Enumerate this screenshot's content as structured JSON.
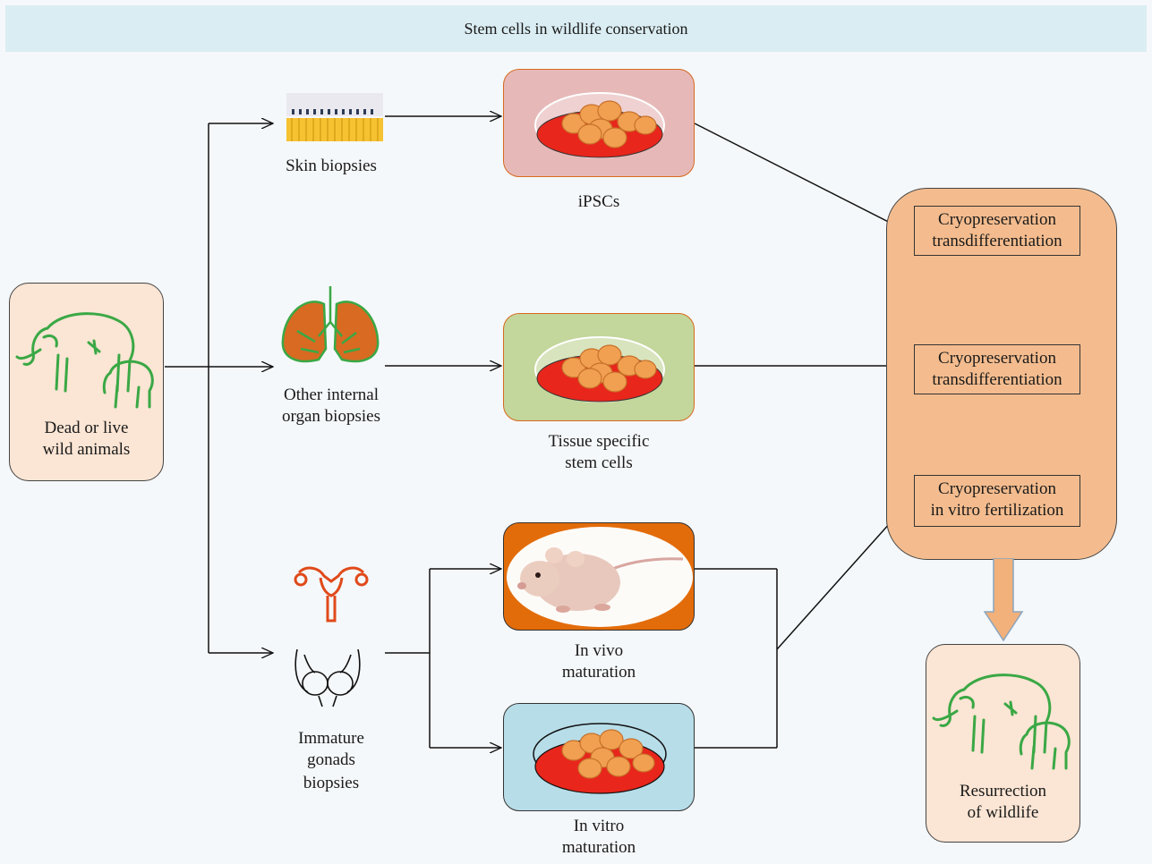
{
  "title": "Stem cells in wildlife conservation",
  "source": {
    "label": "Dead or live\nwild animals"
  },
  "biopsies": {
    "skin": "Skin biopsies",
    "organ": "Other internal\norgan biopsies",
    "gonads_line1": "Immature",
    "gonads_line2": "gonads",
    "gonads_line3": "biopsies"
  },
  "cells": {
    "ipsc": "iPSCs",
    "tissue": "Tissue specific\nstem cells",
    "invivo": "In vivo\nmaturation",
    "invitro": "In vitro\nmaturation"
  },
  "processes": [
    {
      "label": "Cryopreservation\ntransdifferentiation"
    },
    {
      "label": "Cryopreservation\ntransdifferentiation"
    },
    {
      "label": "Cryopreservation\nin vitro fertilization"
    }
  ],
  "outcome": {
    "label": "Resurrection\nof wildlife"
  },
  "colors": {
    "title_bg": "#daedf2",
    "source_bg": "#fbe5d4",
    "ipsc_bg": "#e6b9b8",
    "tissue_bg": "#c3d69b",
    "invivo_bg": "#e36c0a",
    "invitro_bg": "#b7dde8",
    "process_bg": "#f4bc8e",
    "outcome_bg": "#fbe5d4",
    "elephant": "#3aa845",
    "dish_red": "#e8261c",
    "cell": "#f0a050",
    "arrow_fill": "#f2b07a"
  }
}
